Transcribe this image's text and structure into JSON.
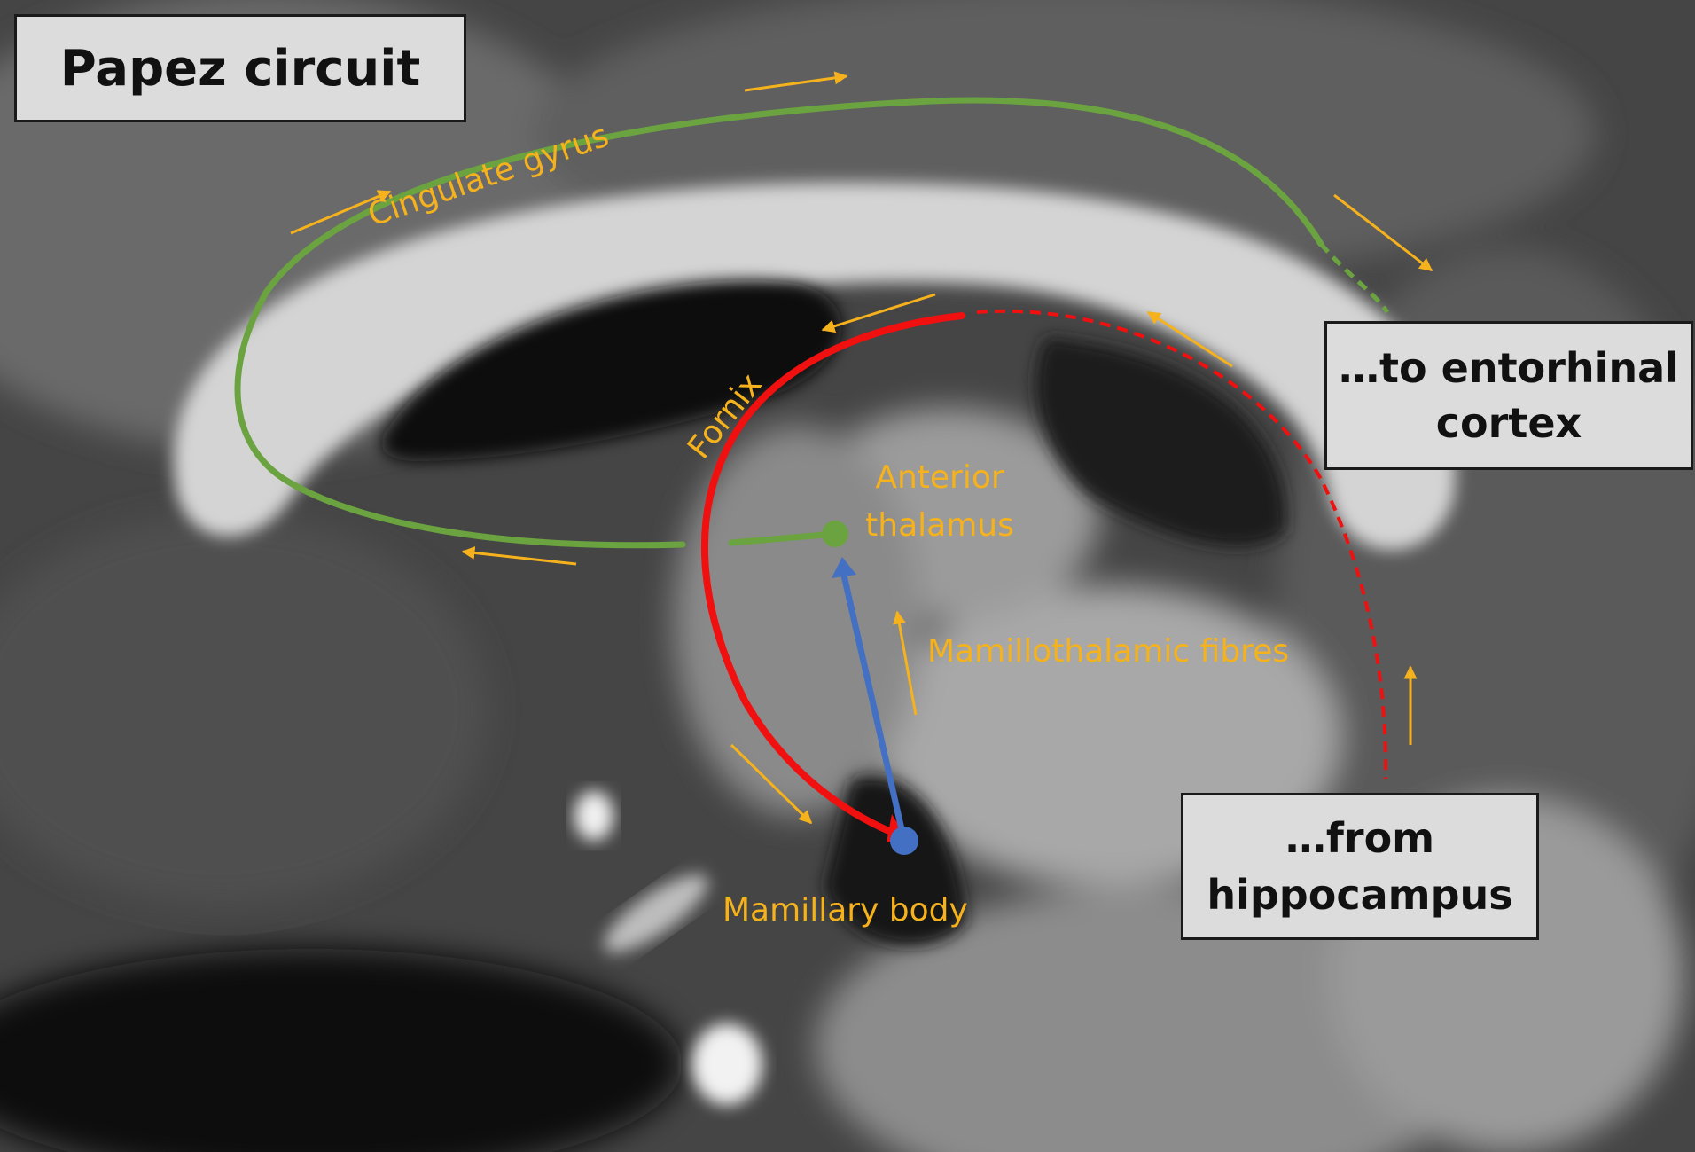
{
  "title": "Papez circuit",
  "boxes": {
    "to_line1": "…to entorhinal",
    "to_line2": "cortex",
    "from_line1": "…from",
    "from_line2": "hippocampus"
  },
  "labels": {
    "cingulate": "Cingulate gyrus",
    "fornix": "Fornix",
    "anterior_line1": "Anterior",
    "anterior_line2": "thalamus",
    "mamillothalamic": "Mamillothalamic fibres",
    "mamillary": "Mamillary body"
  },
  "colors": {
    "cingulate_path": "#6aa33f",
    "fornix_path": "#f01010",
    "mamillothalamic_path": "#4470c4",
    "arrow": "#f5b21c",
    "box_fill": "#dcdcdc"
  }
}
